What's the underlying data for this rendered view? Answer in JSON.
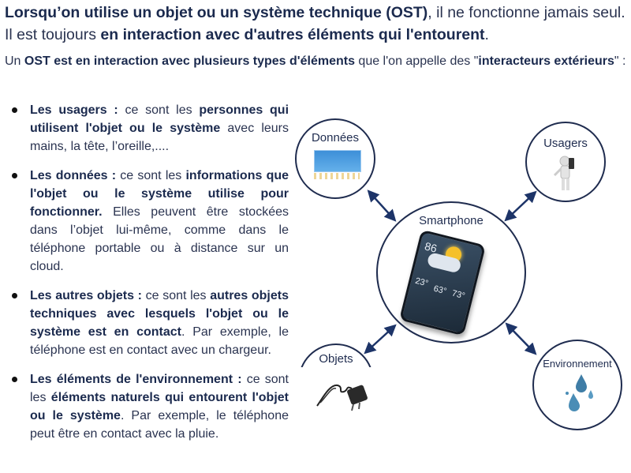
{
  "intro": {
    "p1": [
      "Lorsqu’on utilise un objet ou un système technique (OST)",
      ", il ne fonctionne jamais seul. Il est toujours ",
      "en interaction avec d'autres éléments qui l'entourent",
      "."
    ],
    "p2": [
      "Un ",
      "OST est en interaction avec plusieurs types d'éléments",
      " que l'on appelle des \"",
      "interacteurs extérieurs",
      "\" :"
    ]
  },
  "bullets": [
    [
      "Les usagers :",
      " ce sont les ",
      "personnes qui utilisent l'objet ou le système",
      " avec leurs mains, la tête, l’oreille,...."
    ],
    [
      "Les données :",
      " ce sont les ",
      "informations que l'objet ou le système utilise pour fonctionner.",
      " Elles peuvent être stockées dans l’objet lui-même, comme dans le téléphone portable ou à distance sur un cloud."
    ],
    [
      "Les autres objets :",
      " ce sont les ",
      "autres objets techniques avec lesquels l'objet ou le système est en contact",
      ". Par exemple, le téléphone est en contact avec un chargeur."
    ],
    [
      "Les éléments de l'environnement :",
      " ce sont les ",
      "éléments naturels qui entourent l'objet ou le système",
      ". Par exemple, le téléphone peut être en contact avec la pluie."
    ]
  ],
  "diagram": {
    "center": "Smartphone",
    "donnees": "Données",
    "usagers": "Usagers",
    "objets": "Objets",
    "environnement": "Environnement",
    "phone_temps": [
      "86",
      "23°",
      "63°",
      "73°"
    ],
    "colors": {
      "line": "#1f2c4f",
      "arrow": "#1d3468"
    }
  }
}
